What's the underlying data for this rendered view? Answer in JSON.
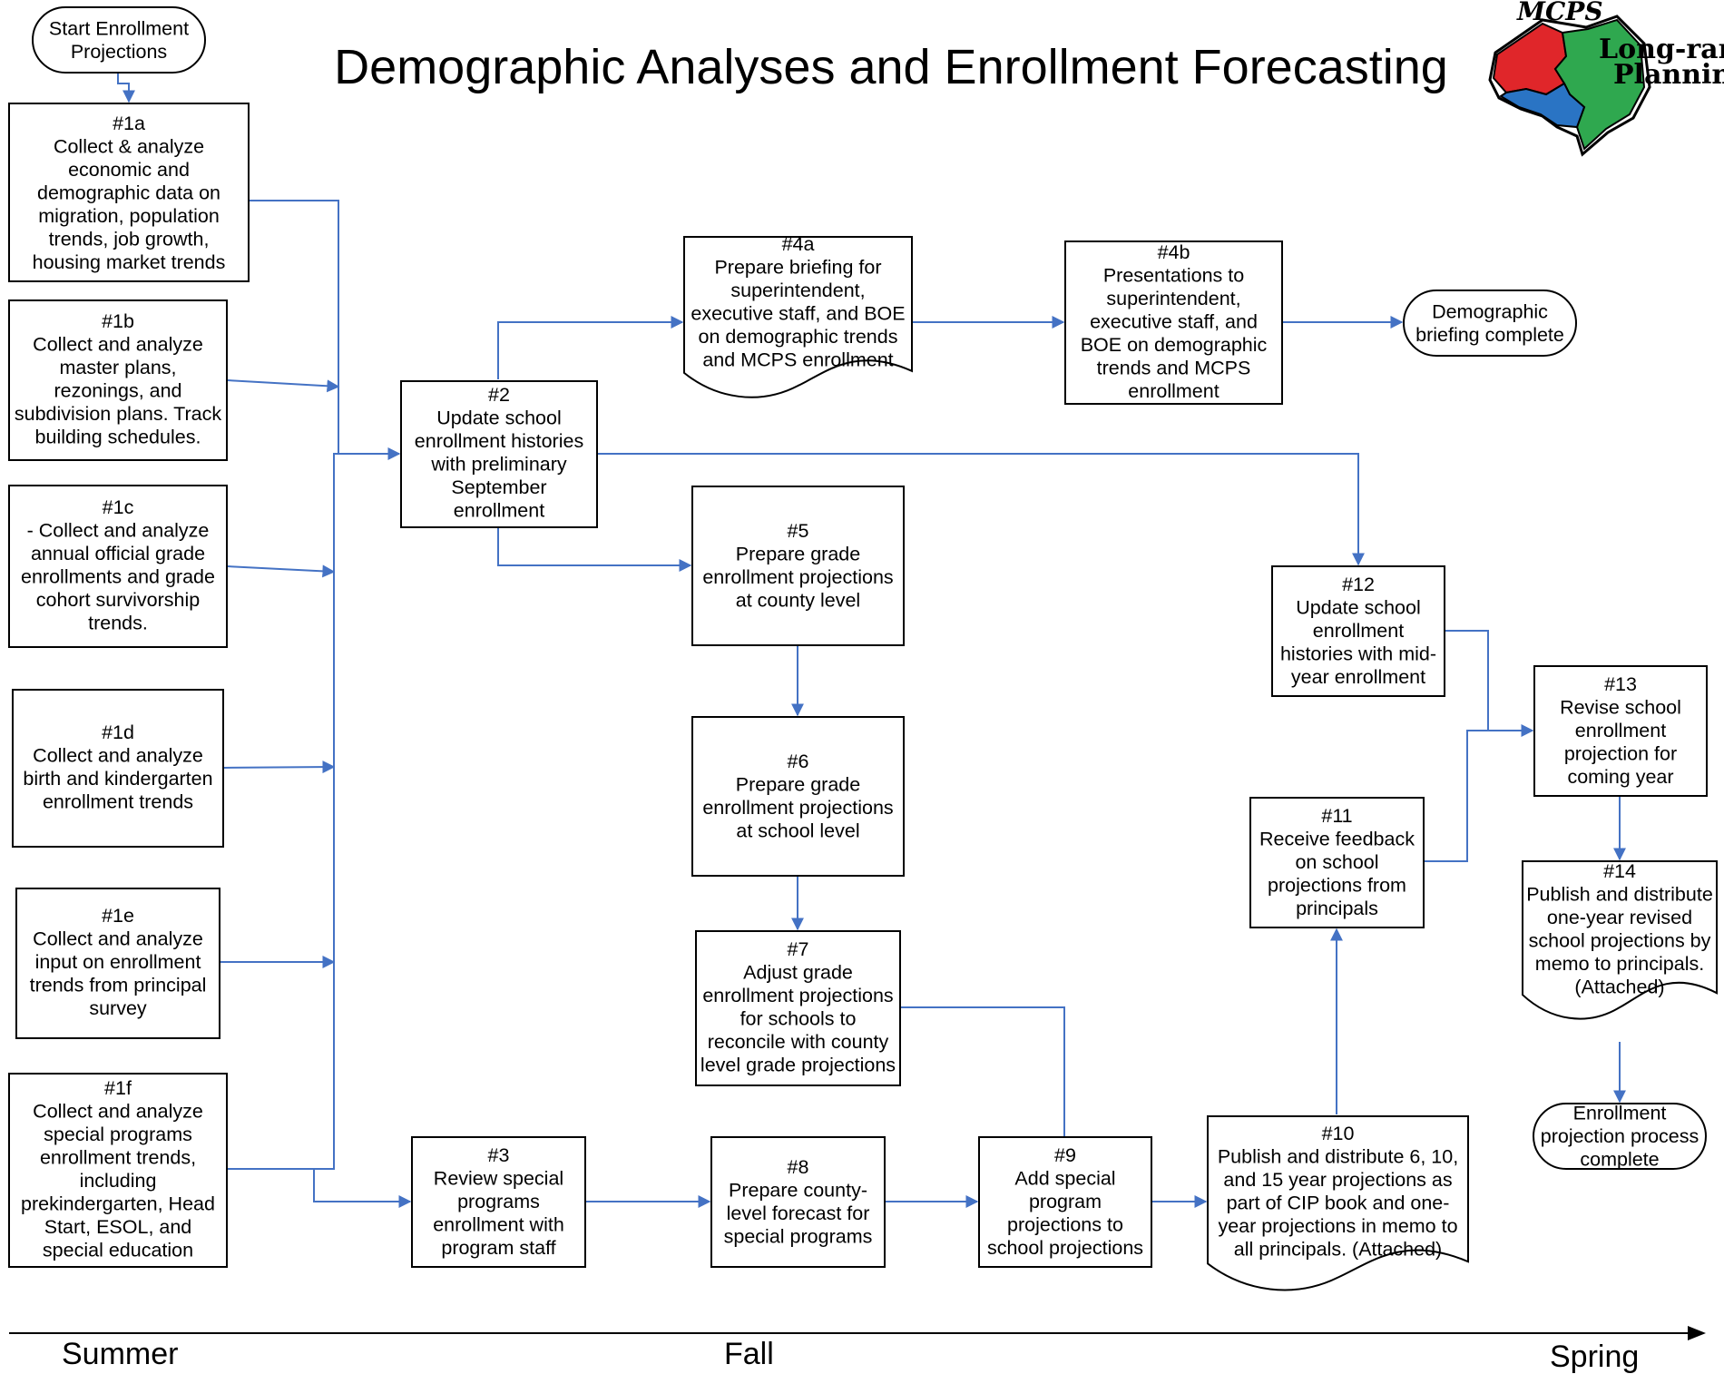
{
  "title": "Demographic Analyses and Enrollment Forecasting",
  "logo": {
    "text_top": "MCPS",
    "text_line1": "Long-ran",
    "text_line2": "Plannin"
  },
  "timeline": {
    "start": "Summer",
    "middle": "Fall",
    "end": "Spring"
  },
  "colors": {
    "connector": "#4472C4",
    "logo_red": "#E0262A",
    "logo_green": "#2FA84F",
    "logo_blue": "#2A74C4"
  },
  "nodes": {
    "start": {
      "shape": "terminator",
      "lines": [
        "Start Enrollment",
        "Projections"
      ]
    },
    "n1a": {
      "shape": "process",
      "lines": [
        "#1a",
        "Collect & analyze",
        "economic and",
        "demographic data on",
        "migration, population",
        "trends, job growth,",
        "housing market trends"
      ]
    },
    "n1b": {
      "shape": "process",
      "lines": [
        "#1b",
        "Collect and analyze",
        "master plans,",
        "rezonings, and",
        "subdivision plans. Track",
        "building schedules."
      ]
    },
    "n1c": {
      "shape": "process",
      "lines": [
        "#1c",
        "- Collect and analyze",
        "annual official grade",
        "enrollments and grade",
        "cohort survivorship",
        "trends."
      ]
    },
    "n1d": {
      "shape": "process",
      "lines": [
        "#1d",
        "Collect and analyze",
        "birth and kindergarten",
        "enrollment trends"
      ]
    },
    "n1e": {
      "shape": "process",
      "lines": [
        "#1e",
        "Collect and analyze",
        "input on enrollment",
        "trends from principal",
        "survey"
      ]
    },
    "n1f": {
      "shape": "process",
      "lines": [
        "#1f",
        "Collect and analyze",
        "special programs",
        "enrollment trends,",
        "including",
        "prekindergarten, Head",
        "Start, ESOL, and",
        "special education"
      ]
    },
    "n2": {
      "shape": "process",
      "lines": [
        "#2",
        "Update school",
        "enrollment histories",
        "with preliminary",
        "September",
        "enrollment"
      ]
    },
    "n3": {
      "shape": "process",
      "lines": [
        "#3",
        "Review special",
        "programs",
        "enrollment with",
        "program staff"
      ]
    },
    "n4a": {
      "shape": "document",
      "lines": [
        "#4a",
        "Prepare briefing for",
        "superintendent,",
        "executive staff, and BOE",
        "on demographic trends",
        "and MCPS enrollment"
      ]
    },
    "n4b": {
      "shape": "process",
      "lines": [
        "#4b",
        "Presentations to",
        "superintendent,",
        "executive staff,  and",
        "BOE on demographic",
        "trends and MCPS",
        "enrollment"
      ]
    },
    "end_briefing": {
      "shape": "terminator",
      "lines": [
        "Demographic",
        "briefing complete"
      ]
    },
    "n5": {
      "shape": "process",
      "lines": [
        "#5",
        "Prepare grade",
        "enrollment projections",
        "at county level"
      ]
    },
    "n6": {
      "shape": "process",
      "lines": [
        "#6",
        "Prepare grade",
        "enrollment projections",
        "at school level"
      ]
    },
    "n7": {
      "shape": "process",
      "lines": [
        "#7",
        "Adjust grade",
        "enrollment projections",
        "for schools to",
        "reconcile with county",
        "level grade projections"
      ]
    },
    "n8": {
      "shape": "process",
      "lines": [
        "#8",
        "Prepare county-",
        "level forecast for",
        "special programs"
      ]
    },
    "n9": {
      "shape": "process",
      "lines": [
        "#9",
        "Add special",
        "program",
        "projections to",
        "school projections"
      ]
    },
    "n10": {
      "shape": "document",
      "lines": [
        "#10",
        "Publish and distribute 6, 10,",
        "and 15 year projections as",
        "part of CIP book and one-",
        "year projections in memo to",
        "all principals. (Attached)"
      ]
    },
    "n11": {
      "shape": "process",
      "lines": [
        "#11",
        "Receive feedback",
        "on school",
        "projections from",
        "principals"
      ]
    },
    "n12": {
      "shape": "process",
      "lines": [
        "#12",
        "Update school",
        "enrollment",
        "histories with mid-",
        "year enrollment"
      ]
    },
    "n13": {
      "shape": "process",
      "lines": [
        "#13",
        "Revise school",
        "enrollment",
        "projection for",
        "coming year"
      ]
    },
    "n14": {
      "shape": "document",
      "lines": [
        "#14",
        "Publish and distribute",
        "one-year revised",
        "school projections by",
        "memo to principals.",
        "(Attached)"
      ]
    },
    "end_process": {
      "shape": "terminator",
      "lines": [
        "Enrollment",
        "projection process",
        "complete"
      ]
    }
  },
  "edges": [
    [
      "start",
      "n1a"
    ],
    [
      "n1a",
      "n2"
    ],
    [
      "n1b",
      "n2"
    ],
    [
      "n1c",
      "n2"
    ],
    [
      "n1d",
      "n2"
    ],
    [
      "n1e",
      "n2"
    ],
    [
      "n1f",
      "n2"
    ],
    [
      "n1f",
      "n3"
    ],
    [
      "n2",
      "n4a"
    ],
    [
      "n4a",
      "n4b"
    ],
    [
      "n4b",
      "end_briefing"
    ],
    [
      "n2",
      "n5"
    ],
    [
      "n2",
      "n12"
    ],
    [
      "n5",
      "n6"
    ],
    [
      "n6",
      "n7"
    ],
    [
      "n7",
      "n9"
    ],
    [
      "n3",
      "n8"
    ],
    [
      "n8",
      "n9"
    ],
    [
      "n9",
      "n10"
    ],
    [
      "n10",
      "n11"
    ],
    [
      "n11",
      "n13"
    ],
    [
      "n12",
      "n13"
    ],
    [
      "n13",
      "n14"
    ],
    [
      "n14",
      "end_process"
    ]
  ]
}
